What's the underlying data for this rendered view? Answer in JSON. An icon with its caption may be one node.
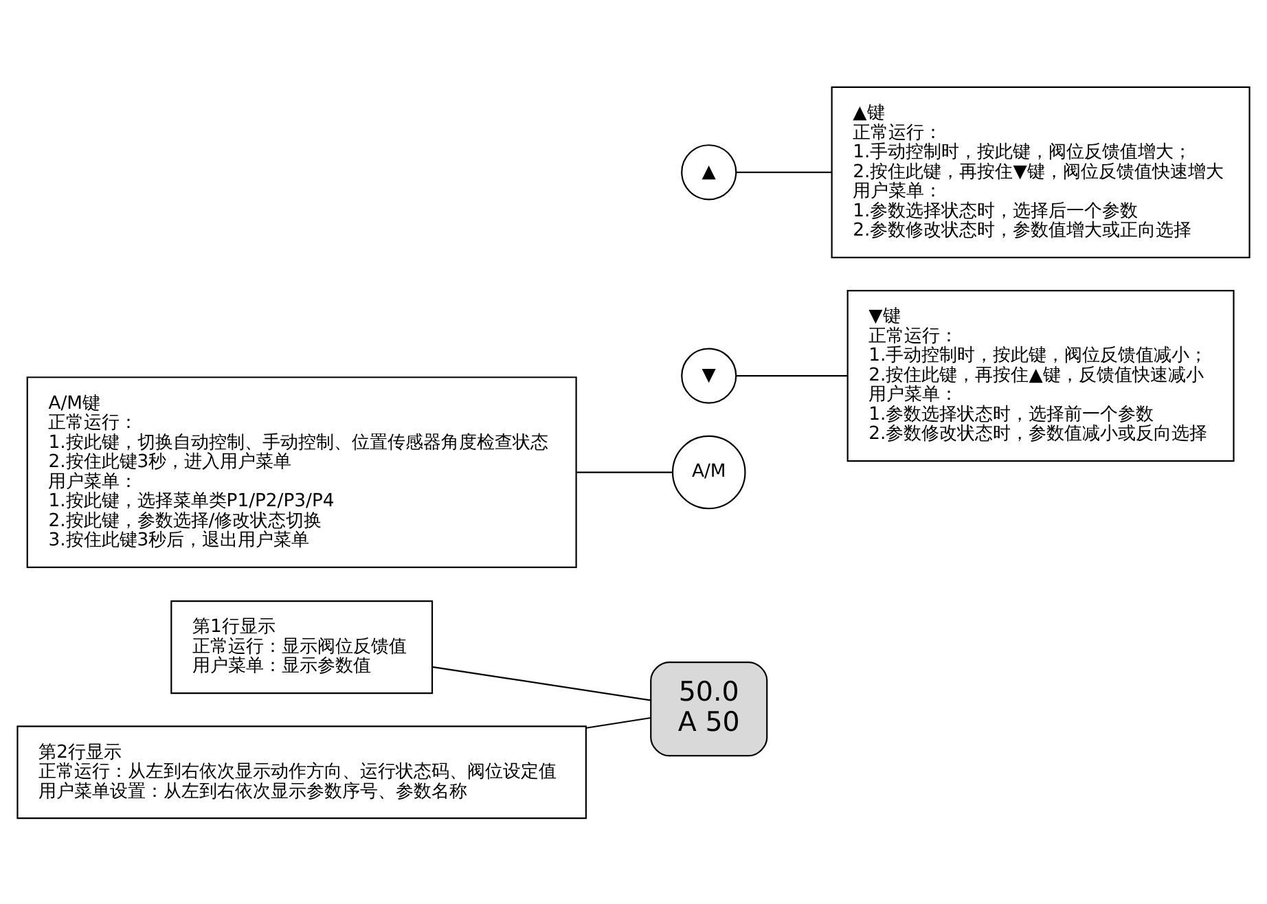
{
  "diagram": {
    "nodes": [
      {
        "text": [
          "第1行显示",
          "正常运行：显示阀位反馈值",
          "用户菜单：显示参数值"
        ]
      },
      {
        "text": [
          "第2行显示",
          "正常运行：从左到右依次显示动作方向、运行状态码、阀位设定值",
          "用户菜单设置：从左到右依次显示参数序号、参数名称"
        ]
      },
      {
        "text": [
          "A/M键",
          "正常运行：",
          "1.按此键，切换自动控制、手动控制、位置传感器角度检查状态",
          "2.按住此键3秒，进入用户菜单",
          "用户菜单：",
          "1.按此键，选择菜单类P1/P2/P3/P4",
          "2.按此键，参数选择/修改状态切换",
          "3.按住此键3秒后，退出用户菜单"
        ]
      },
      {
        "text": [
          "50.0",
          "A 50"
        ]
      },
      {
        "text": [
          "A/M"
        ]
      },
      {
        "text": [
          "▼"
        ]
      },
      {
        "text": [
          "▲"
        ]
      },
      {
        "text": [
          "▲键",
          "正常运行：",
          "1.手动控制时，按此键，阀位反馈值增大；",
          "2.按住此键，再按住▼键，阀位反馈值快速增大",
          "用户菜单：",
          "1.参数选择状态时，选择后一个参数",
          "2.参数修改状态时，参数值增大或正向选择"
        ]
      },
      {
        "text": [
          "▼键",
          "正常运行：",
          "1.手动控制时，按此键，阀位反馈值减小；",
          "2.按住此键，再按住▲键，反馈值快速减小",
          "用户菜单：",
          "1.参数选择状态时，选择前一个参数",
          "2.参数修改状态时，参数值减小或反向选择"
        ]
      }
    ],
    "edges": [
      {
        "from": 0,
        "to": 3,
        "arrow": "none"
      },
      {
        "from": 1,
        "to": 3,
        "arrow": "none"
      },
      {
        "from": 2,
        "to": 4,
        "arrow": "none"
      },
      {
        "from": 6,
        "to": 7,
        "arrow": "none"
      },
      {
        "from": 5,
        "to": 8,
        "arrow": "none"
      }
    ]
  }
}
